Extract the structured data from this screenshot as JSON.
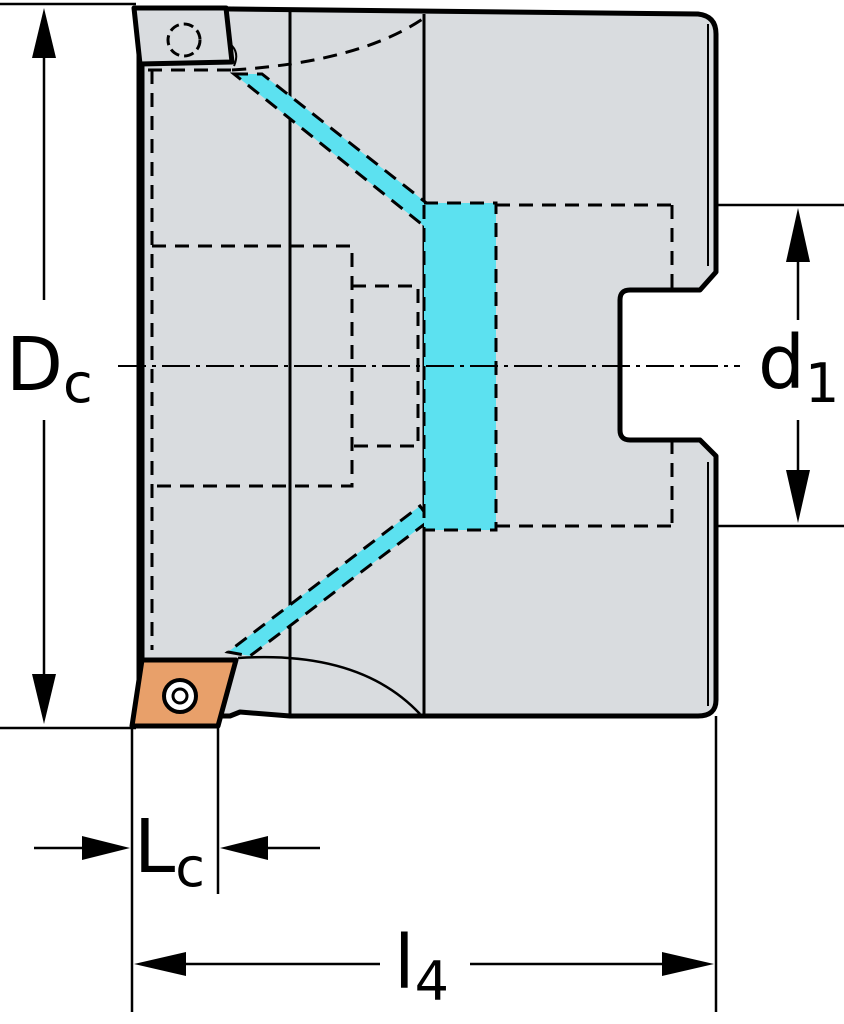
{
  "labels": {
    "dc_main": "D",
    "dc_sub": "c",
    "d1_main": "d",
    "d1_sub": "1",
    "lc_main": "L",
    "lc_sub": "c",
    "l4_main": "l",
    "l4_sub": "4"
  },
  "colors": {
    "body_fill": "#d9dcdf",
    "coolant_fill": "#5ce1f0",
    "insert_fill": "#e8a06a",
    "outline": "#000000",
    "background": "#ffffff"
  },
  "icons": {
    "dimension_arrow": "filled-triangle-arrowhead",
    "insert": "indexable-insert-with-screw-hole"
  }
}
